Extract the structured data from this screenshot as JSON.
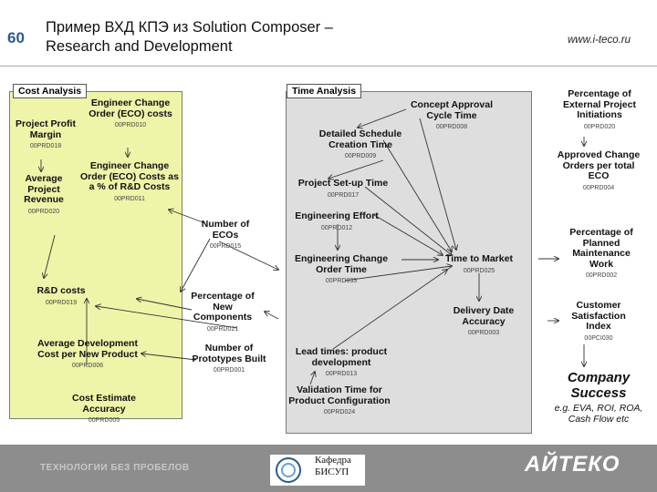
{
  "header": {
    "slide_number": "60",
    "title_line1": "Пример ВХД КПЭ из Solution Composer –",
    "title_line2": "Research and Development",
    "site": "www.i-teco.ru"
  },
  "panels": {
    "cost_title": "Cost Analysis",
    "time_title": "Time Analysis"
  },
  "nodes": {
    "project_profit": {
      "label": "Project Profit Margin",
      "code": "00PRD018"
    },
    "eco_costs": {
      "label": "Engineer Change Order (ECO) costs",
      "code": "00PRD010"
    },
    "avg_revenue": {
      "label": "Average Project Revenue",
      "code": "00PRD020"
    },
    "eco_pct": {
      "label": "Engineer Change Order (ECO) Costs as a % of R&D Costs",
      "code": "00PRD011"
    },
    "rd_costs": {
      "label": "R&D costs",
      "code": "00PRD019"
    },
    "avg_dev_cost": {
      "label": "Average Development Cost per New Product",
      "code": "00PRD006"
    },
    "cost_estimate": {
      "label": "Cost Estimate Accuracy",
      "code": "00PRD005"
    },
    "concept_approval": {
      "label": "Concept Approval Cycle Time",
      "code": "00PRD008"
    },
    "detailed_schedule": {
      "label": "Detailed Schedule Creation Time",
      "code": "00PRD009"
    },
    "project_setup": {
      "label": "Project Set-up Time",
      "code": "00PRD017"
    },
    "engineering_effort": {
      "label": "Engineering Effort",
      "code": "00PRD012"
    },
    "eco_time": {
      "label": "Engineering Change Order Time",
      "code": "00PRD033"
    },
    "time_to_market": {
      "label": "Time to Market",
      "code": "00PRD025"
    },
    "delivery_date": {
      "label": "Delivery Date Accuracy",
      "code": "00PRD003"
    },
    "lead_times": {
      "label": "Lead times: product development",
      "code": "00PRD013"
    },
    "validation_time": {
      "label": "Validation Time for Product Configuration",
      "code": "00PRD024"
    },
    "num_ecos": {
      "label": "Number of ECOs",
      "code": "00PRD015"
    },
    "pct_new_components": {
      "label": "Percentage of New Components",
      "code": "00PRD021"
    },
    "num_prototypes": {
      "label": "Number of Prototypes Built",
      "code": "00PRD001"
    },
    "pct_external": {
      "label": "Percentage of External Project Initiations",
      "code": "00PRD020"
    },
    "approved_changes": {
      "label": "Approved Change Orders per total ECO",
      "code": "00PRD004"
    },
    "pct_maintenance": {
      "label": "Percentage of Planned Maintenance Work",
      "code": "00PRD002"
    },
    "customer_satisfaction": {
      "label": "Customer Satisfaction Index",
      "code": "00PCI030"
    },
    "company_success": {
      "label": "Company Success",
      "sub": "e.g. EVA, ROI, ROA, Cash Flow etc"
    }
  },
  "footer": {
    "tagline": "ТЕХНОЛОГИИ БЕЗ ПРОБЕЛОВ",
    "dept_line1": "Кафедра",
    "dept_line2": "БИСУП",
    "brand": "АЙТЕКО"
  },
  "colors": {
    "cost_panel": "#eef5a8",
    "time_panel": "#dedede",
    "footer": "#8d8d8d",
    "slide_number": "#2e5b8a"
  }
}
